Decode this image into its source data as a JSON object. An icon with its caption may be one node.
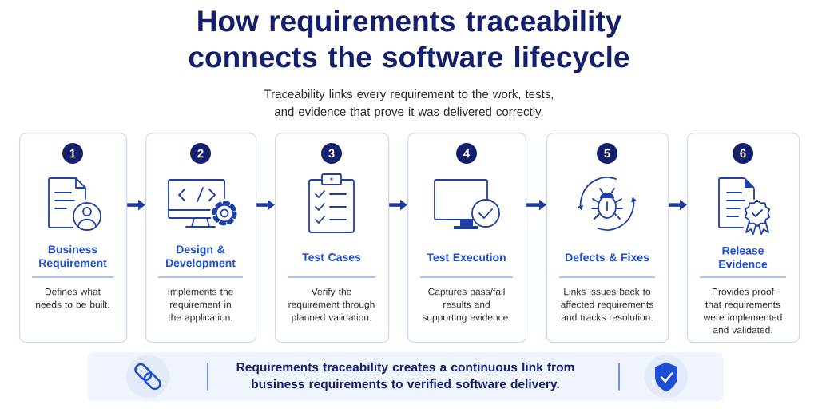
{
  "diagram": {
    "title": "How requirements traceability connects the software lifecycle",
    "nodes": [
      {
        "text": [
          "1",
          "Business Requirement",
          "Defines what needs to be built."
        ]
      },
      {
        "text": [
          "2",
          "Design & Development",
          "Implements the requirement in the application."
        ]
      },
      {
        "text": [
          "3",
          "Test Cases",
          "Verify the requirement through planned validation."
        ]
      },
      {
        "text": [
          "4",
          "Test Execution",
          "Captures pass/fail results and supporting evidence."
        ]
      },
      {
        "text": [
          "5",
          "Defects & Fixes",
          "Links issues back to affected requirements and tracks resolution."
        ]
      },
      {
        "text": [
          "6",
          "Release Evidence",
          "Provides proof that requirements were implemented and validated."
        ]
      },
      {
        "text": [
          "Requirements traceability creates a continuous link from business requirements to verified software delivery."
        ]
      }
    ],
    "edges": [
      {
        "from": 0,
        "to": 1,
        "arrow": "to"
      },
      {
        "from": 1,
        "to": 2,
        "arrow": "to"
      },
      {
        "from": 2,
        "to": 3,
        "arrow": "to"
      },
      {
        "from": 3,
        "to": 4,
        "arrow": "to"
      },
      {
        "from": 4,
        "to": 5,
        "arrow": "to"
      }
    ],
    "labels": [
      "Traceability links every requirement to the work, tests, and evidence that prove it was delivered correctly."
    ]
  }
}
